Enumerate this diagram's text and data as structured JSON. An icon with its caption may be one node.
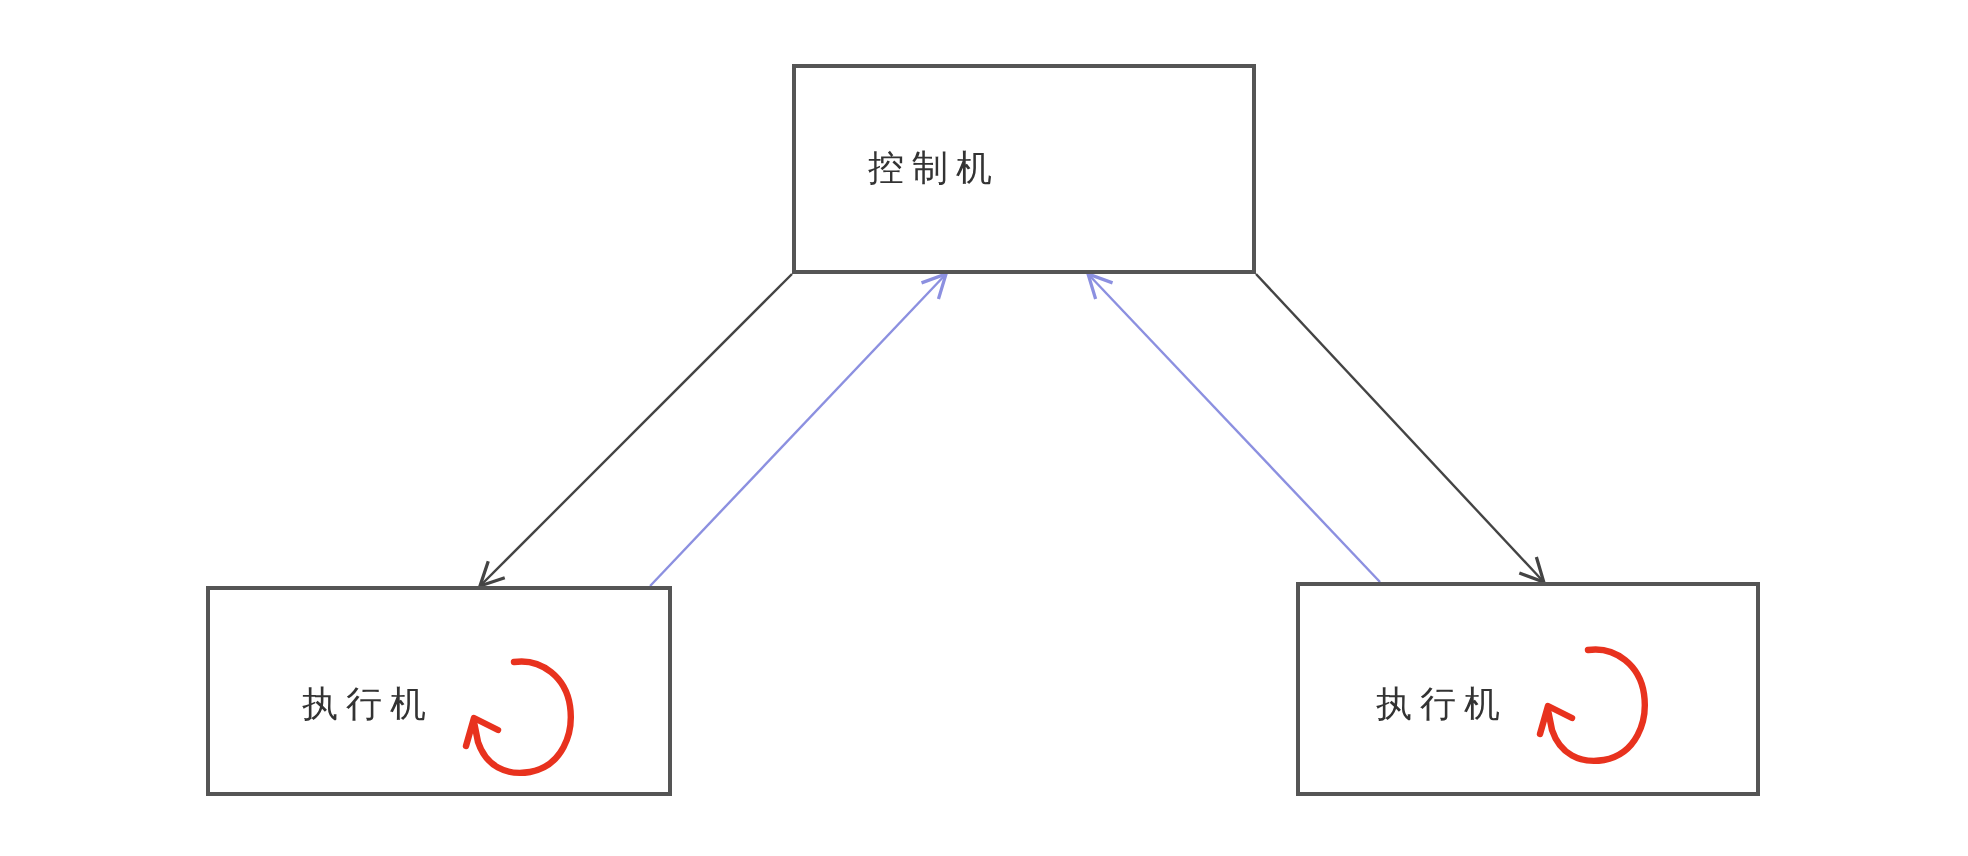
{
  "diagram": {
    "nodes": [
      {
        "text": [
          "控制机"
        ]
      },
      {
        "text": [
          "执行机"
        ]
      },
      {
        "text": [
          "执行机"
        ]
      }
    ],
    "edges": [
      {
        "from": 0,
        "to": 1,
        "arrow": "to"
      },
      {
        "from": 1,
        "to": 0,
        "arrow": "to",
        "color": "#8c90e0"
      },
      {
        "from": 2,
        "to": 0,
        "arrow": "to",
        "color": "#8c90e0"
      },
      {
        "from": 0,
        "to": 2,
        "arrow": "to"
      }
    ]
  }
}
